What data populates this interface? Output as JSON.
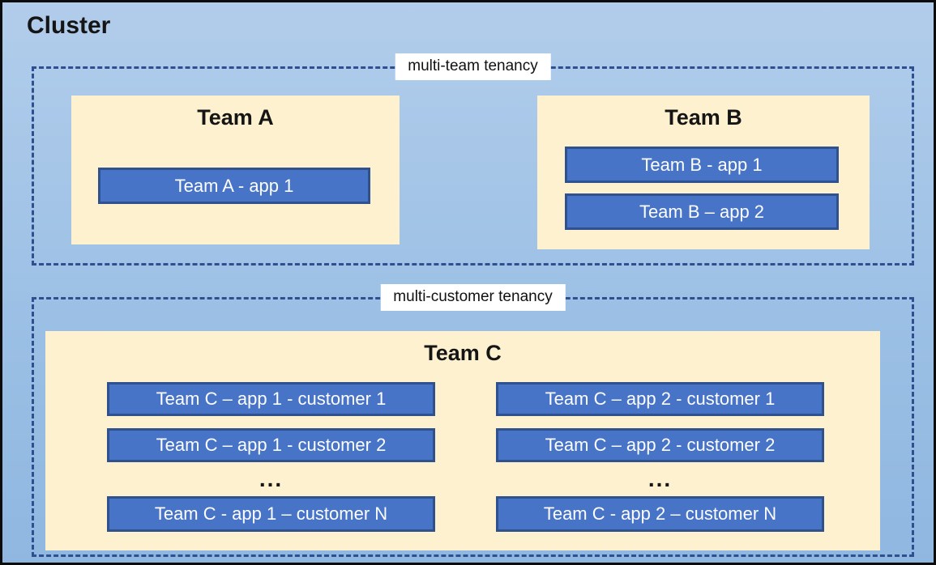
{
  "title": "Cluster",
  "colors": {
    "canvas_top": "#b2cdeb",
    "canvas_mid": "#9cc0e5",
    "canvas_bottom": "#8fb7e0",
    "team_fill": "#fdf1cf",
    "app_fill": "#4874c8",
    "app_border": "#2f528f",
    "dashed_border": "#2e5090",
    "app_text": "#fdfdfd",
    "text_dark": "#151515"
  },
  "sections": [
    {
      "label": "multi-team tenancy",
      "teams": [
        {
          "name": "Team A",
          "apps": [
            "Team A - app 1"
          ]
        },
        {
          "name": "Team B",
          "apps": [
            "Team B - app 1",
            "Team B – app 2"
          ]
        }
      ]
    },
    {
      "label": "multi-customer tenancy",
      "team": {
        "name": "Team C",
        "columns": [
          {
            "apps": [
              "Team C – app 1 - customer 1",
              "Team C – app 1 - customer 2"
            ],
            "ellipsis": "...",
            "last_app": "Team C - app 1 – customer N"
          },
          {
            "apps": [
              "Team C – app 2 - customer 1",
              "Team C – app 2 - customer 2"
            ],
            "ellipsis": "...",
            "last_app": "Team C - app 2 – customer N"
          }
        ]
      }
    }
  ]
}
